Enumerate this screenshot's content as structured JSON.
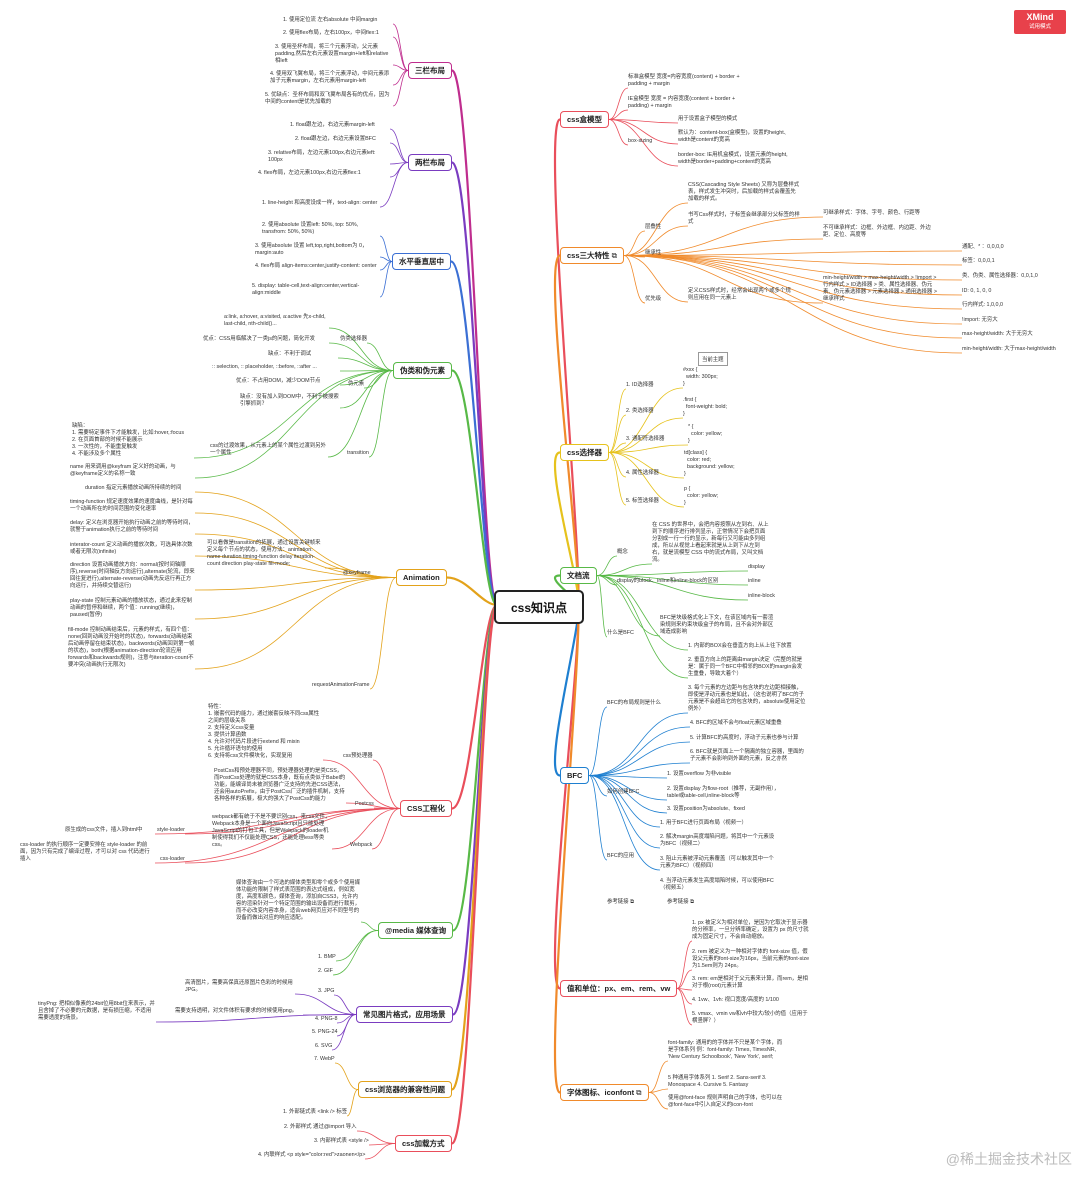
{
  "watermark": "@稀土掘金技术社区",
  "badge": {
    "brand": "XMind",
    "sub": "试用模式"
  },
  "root": "css知识点",
  "colors": {
    "left": [
      "#bf2d8e",
      "#7a3cc0",
      "#3b6fd4",
      "#58b947",
      "#e3a21a",
      "#e94e5b"
    ],
    "right": [
      "#e94e5b",
      "#f08a2b",
      "#e6c21c",
      "#58b947",
      "#1e7fd0",
      "#4b2d9c"
    ]
  },
  "left": {
    "sanlan": {
      "title": "三栏布局",
      "items": [
        "1. 使用定位流 左右absolute 中间margin",
        "2. 使用flex布局，左右100px，中间flex:1",
        "3. 使用圣杯布局，将三个元素浮动，父元素padding,然后左右元素设置margin+left和relative相left",
        "4. 使用双飞翼布局，将三个元素浮动，中间元素添加子元素margin，左右元素用margin-left",
        "5. 优缺点：圣杯布局和双飞翼布局各有的优点，因为中间的content是优先加载的"
      ]
    },
    "lianglan": {
      "title": "两栏布局",
      "items": [
        "1. float跟左边，右边元素margin-left",
        "2. float跟左边，右边元素设置BFC",
        "3. relative布局，左边元素100px,右边元素left: 100px",
        "4. flex布局，左边元素100px,右边元素flex:1"
      ]
    },
    "center": {
      "title": "水平垂直居中",
      "items": [
        "1. line-height 和高度设成一样，text-align: center",
        "2. 使用absolute 设置left: 50%, top: 50%, transfrom: 50%, 50%)",
        "3. 使用absolute 设置 left,top,right,bottom为 0，margin:auto",
        "4. flex布局 align-items:center,justify-content: center",
        "5. display: table-cell,text-align:center,vertical-align:middle"
      ]
    },
    "pseudo": {
      "title": "伪类和伪元素",
      "cls": "伪类选择器",
      "el": "伪元素",
      "cls_items": [
        "a:link, a:hover, a:visited, a:active 先x-child, last-child, nth-child()...",
        "优点：CSS用临解决了一类js的问题，简化开发",
        "缺点：不利于调试"
      ],
      "el_items": [
        ":: selection, :: placeholder, ::before, ::after ...",
        "优点：不占用DOM，减少DOM节点",
        "缺点：没有加入到DOM中，不利于被搜索引擎抓到？"
      ]
    },
    "anim": {
      "title": "Animation",
      "transition": "transition",
      "keyframe": "@keyframe",
      "raf": "requestAnimationFrame",
      "trans_desc": "css的过渡效果，从元素上的某个属性过渡到另外一个属性",
      "trans_note": "缺陷：\n1. 需要特定事件下才能触发，比如:hover,:focus\n2. 在页面首部的时候不能展示\n3. 一次性的，不能重复触发\n4. 不能涉及多个属性",
      "kf_desc": "可以看做是transition的拓展，通过设置关键帧来定义每个节点的状态，使用方法：animation: name duration timing-function delay iteration-count direction play-state fill-mode;",
      "kf_items": [
        "name 用来调用@keyfram 定义好的动画，与@keyframe定义的名称一致",
        "duration 指定元素播放动画所持续的时间",
        "timing-function 规定速度效果的速度曲线，是针对每一个动画所在的时间范围的变化速率",
        "delay: 定义在浏览器开始执行动画之前的等待时间，就警于animation执行之前的等待时间",
        "interator-count 定义动画的播放次数，可选具体次数或者无限次(infinite)",
        "direction 设置动画播放方向：normal(按时间轴顺序),reverse(时间轴反方向运行),alternate(轮流，即来回往复进行),alternate-reverse(动画先反运行再正方向运行，并持续交替运行)",
        "play-state 控制元素动画的播放状态，通过此来控制动画的暂停和继续，两个值：running(继续)，paused(暂停)",
        "fill-mode 控制动画结束后，元素的样式，有四个值：none(回到动画没开始时的状态)，forwards(动画结束后动画停留在结束状态)，backwords(动画回到第一帧的状态)，both(根据animation-direction轮流应用forwards和backwards规则)，注意与iteration-count不要冲突(动画执行无限次)"
      ]
    },
    "eng": {
      "title": "CSS工程化",
      "pre": "css预处理器",
      "postcss": "Postcss",
      "webpack": "Webpack",
      "pre_desc": "特性：\n1. 嵌套代码的能力，通过嵌套反映不同css属性之间的层级关系\n2. 支持定义css变量\n3. 提供计算函数\n4. 允许对代码片段进行extend 和 mixin\n5. 允许循环语句的使用\n6. 支持将css文件模块化，实现复用",
      "postcss_desc": "PostCss和预处理器不同，预处理器处理的是类CSS，而PostCss处理的就是CSS本身，既有点类似于Babel的功能，能编译尚未被浏览器广泛支持的先进CSS语法，还会用autoPrefix，由于PostCss厂泛的插件机制，支持各种各样的拓展，极大的强大了PostCss的能力",
      "webpack_desc": "webpack都有统于不是不要识别css，来css文件，Webpack本身是一个面向JavaScript且只能处理JavaScript的打包工具，但是Webpack的loader机制使得我们不仅能处理CSS，还能处理less等类css。",
      "style_loader": "style-loader",
      "css_loader": "css-loader",
      "style_desc": "原生成的css文件，插入到html中",
      "css_desc": "css-loader 的执行顺序一定要安排在 style-loader 的前面，因为只有完成了编译过程，才可以对 css 代码进行插入"
    },
    "media": {
      "title": "@media 媒体查询",
      "desc": "媒体查询由一个可选的媒体类型和零个或多个使用媒体功能的限制了样式表范围的表达式组成，例如宽度，高度和颜色，媒体查询，添加自CSS3，允许内容的渲染针对一个特定范围的输出设备而进行裁剪，而不必改变内容本身，适合web网页应对不同型号的设备而做出对应的响应适配。"
    },
    "img": {
      "title": "常见图片格式，应用场景",
      "items": [
        "1. BMP",
        "2. GIF",
        "3. JPG",
        "4. PNG-8",
        "5. PNG-24",
        "6. SVG",
        "7. WebP"
      ],
      "jpg_note": "高清图片，需要高保真还原图片色彩的时候用JPG。",
      "png8_note": "需要支持透明，对文件体积有要求的时候使用png。",
      "tiny": "tinyPng: 把相似像素的24bit位用8bit位来表示，并且舍掉了不必要的元数据，是有损压缩，不适用需要透度的场景。"
    },
    "compat": {
      "title": "css浏览器的兼容性问题"
    },
    "load": {
      "title": "css加载方式",
      "items": [
        "1. 外部链式表 <link /> 标签",
        "2. 外部样式 通过@import 导入",
        "3. 内部样式表 <style />",
        "4. 内联样式 <p style=\"color:red\">zaonen</p>"
      ]
    }
  },
  "right": {
    "box": {
      "title": "css盒模型",
      "std": "标准盒模型 宽度=内容宽度(content) + border + padding + margin",
      "ie": "IE盒模型 宽度 = 内容宽度(content + border + padding) + margin",
      "bs": "box-sizing",
      "bs_items": [
        "用于设置盒子模型的模式",
        "默认为：content-box(盒模型)，设置的height、width是content的宽高",
        "border-box: IE用机盒模式，设置元素的height, width是border+padding+content的宽高"
      ]
    },
    "three": {
      "title": "css三大特性",
      "cascade": "层叠性",
      "inherit": "继承性",
      "prio": "优先级",
      "cascade_desc": "CSS(Cascading Style Sheets) 又称为层叠样式表，样式发生冲突时，后加载的样式会覆盖先加载的样式。",
      "inherit_desc": "书写Css样式时，子标签会继承部分父标签的样式",
      "inh_items": [
        "可继承样式：字体、字号、颜色、行距等",
        "不可继承样式：边框、外边框、内边距、外边距、定位、高度等"
      ],
      "prio_desc": "定义CSS样式时，经常会出现两个或多个规则应用在同一元素上",
      "prio_rule": "min-height/width > max-height/width > !import > 行内样式 > ID选择器 > 类、属性选择器、伪元素、伪元素选择器 > 元素选择器 > 通用选择器 > 继承样式",
      "prio_items": [
        "通配、* ：0,0,0,0",
        "标签：0,0,0,1",
        "类、伪类、属性选择器：0,0,1,0",
        "ID: 0, 1, 0, 0",
        "行内样式: 1,0,0,0",
        "!import: 无穷大",
        "max-height/width: 大于无穷大",
        "min-height/width: 大于max-height/width"
      ]
    },
    "sel": {
      "title": "css选择器",
      "theme": "当前主题",
      "items": [
        "1. ID选择器",
        "2. 类选择器",
        "3. 通配符选择器",
        "4. 属性选择器",
        "5. 标签选择器"
      ],
      "codes": [
        "#xxx {\n  width: 300px;\n}",
        ".first {\n  font-weight: bold;\n}",
        "* {\n  color: yellow;\n}",
        "td[class] {\n  color: red;\n  background: yellow;\n}",
        "p {\n  color: yellow;\n}"
      ]
    },
    "flow": {
      "title": "文档流",
      "concept": "概念",
      "concept_desc": "在 CSS 的世界中，会把内容按照从左到右、从上到下的顺序进行排列显示，正常情况下会把页面分割成一行一行的显示，新每行又可能由多列组成，所以从视觉上看起来就是从上到下从左到右，就是流模型 CSS 中的流式布局，又叫文档流。",
      "display": "display的block、inline和inline-block的区别",
      "disp_items": [
        "display",
        "inline",
        "inline-block"
      ]
    },
    "bfc": {
      "title": "BFC",
      "what": "什么是BFC",
      "what_desc": "BFC是块级格式化上下文，在该区域内有一套渲染规则来约束块级盒子的布局，且不会对外部区域造成影响",
      "rules": "BFC的布局规则是什么",
      "rule_items": [
        "1. 内部的BOX会在垂直方向上从上往下放置",
        "2. 垂直方向上的距离由margin决定（完整的就是是：属于同一个BFC中相邻的BOX的margin会发生重叠，导致大着个）",
        "3. 每个元素的左边距与包含块的左边距相接触，即使是浮动元素也是如此，（这也说明了BFC的子元素是不会超出它的包含块的，absolute使用定位例外）",
        "4. BFC的区域不会与float元素区域重叠",
        "5. 计算BFC的高度时，浮动子元素也参与计算",
        "6. BFC就是页面上一个隔离的独立容器，里面的子元素不会影响到外面的元素，反之亦然"
      ],
      "how": "如何创建BFC",
      "how_items": [
        "1. 设置overflow 为非visible",
        "2. 设置display 为flow-root（推荐，无副作用），table或table-cell,inline-block等",
        "3. 设置position为absolute、fixed"
      ],
      "apply": "BFC的应用",
      "apply_items": [
        "1. 用于BFC进行页面布局（视频一）",
        "2. 解决margin高度塌陷问题，将其中一个元素设为BFC（视频二）",
        "3. 阻止元素被浮动元素覆盖（可以触发其中一个元素为BFC）（视频四）",
        "4. 当浮动元素发生高度塌陷时候，可以使用BFC（视频五）"
      ],
      "ref": "参考链接",
      "ref2": "参考链接"
    },
    "unit": {
      "title": "值和单位：px、em、rem、vw",
      "items": [
        "1. px 被定义为相对单位，是因为它取决于显示器的分辨率，一旦分辨率确定，设置为 px 的尺寸就成为固定尺寸，不会自动缩放。",
        "2. rem 被定义为一种相对字体的 font-size 值，假设父元素的font-size为16px，当前元素的font-size为1.5em则为 24px。",
        "3. rem: em是相对于父元素来计算，而rem，是相对于根(root)元素计算",
        "4. 1vw、1vh: 视口宽度/高度的 1/100",
        "5. vmax、vmin vw和vh中较大/较小的值（应用于横竖屏？）"
      ]
    },
    "font": {
      "title": "字体图标、iconfont",
      "items": [
        "font-family: 通用的的字体并不只是某个字体，而是字体系列 例：font-family: Times, TimesNR, 'New Century Schoolbook', 'New York', serif;",
        "5 种通用字体系列 1. Serif 2. Sans-serif 3. Monospace 4. Cursive 5. Fantasy",
        "使用@font-face 规则声明自己的字体，也可以在@font-face中引入自定义的icon-font"
      ]
    }
  }
}
